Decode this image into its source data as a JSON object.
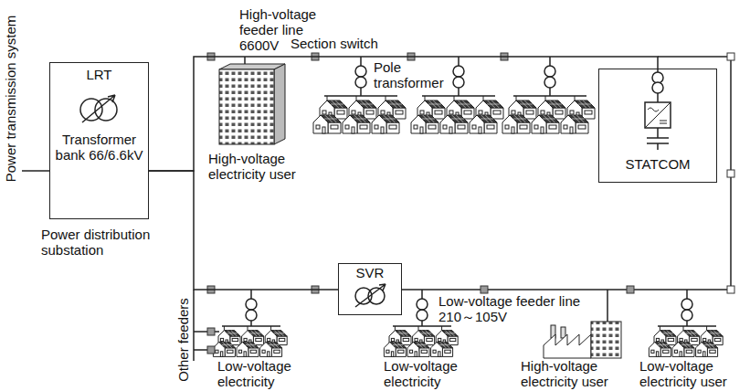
{
  "diagram": {
    "nodes": [
      {
        "text": [
          "LRT",
          "Transformer bank 66/6.6kV",
          "Power distribution substation"
        ]
      },
      {
        "text": [
          "SVR"
        ]
      },
      {
        "text": [
          "STATCOM"
        ]
      }
    ],
    "edges": [
      {
        "from": 0,
        "to": 1,
        "arrow": "none"
      },
      {
        "from": 0,
        "to": 2,
        "arrow": "none"
      }
    ],
    "labels": [
      "Power transmission system",
      "High-voltage feeder line 6600V",
      "Section switch",
      "Pole transformer",
      "High-voltage electricity user",
      "Other feeders",
      "Low-voltage feeder line 210～105V",
      "Low-voltage electricity",
      "Low-voltage electricity",
      "High-voltage electricity user",
      "Low-voltage electricity user"
    ]
  }
}
